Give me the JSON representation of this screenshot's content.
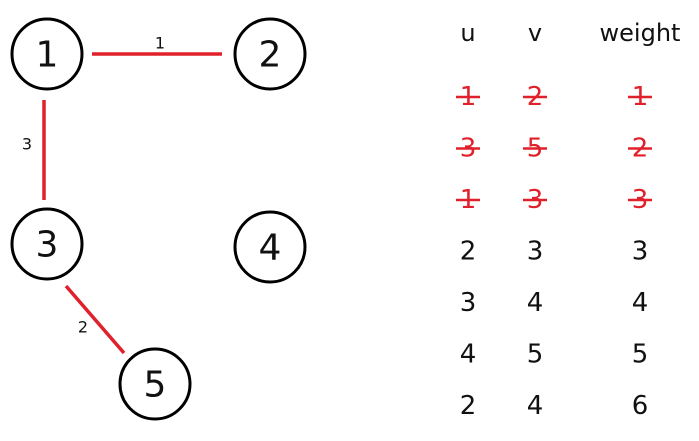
{
  "graph": {
    "nodes": [
      {
        "id": "n1",
        "label": "1"
      },
      {
        "id": "n2",
        "label": "2"
      },
      {
        "id": "n3",
        "label": "3"
      },
      {
        "id": "n4",
        "label": "4"
      },
      {
        "id": "n5",
        "label": "5"
      }
    ],
    "edges": [
      {
        "from": "n1",
        "to": "n2",
        "weight": "1"
      },
      {
        "from": "n1",
        "to": "n3",
        "weight": "3"
      },
      {
        "from": "n3",
        "to": "n5",
        "weight": "2"
      }
    ]
  },
  "colors": {
    "selected": "#e0202a",
    "text": "#111111",
    "node_stroke": "#000000"
  },
  "table": {
    "headers": [
      "u",
      "v",
      "weight"
    ],
    "rows": [
      {
        "u": "1",
        "v": "2",
        "weight": "1",
        "struck": true
      },
      {
        "u": "3",
        "v": "5",
        "weight": "2",
        "struck": true
      },
      {
        "u": "1",
        "v": "3",
        "weight": "3",
        "struck": true
      },
      {
        "u": "2",
        "v": "3",
        "weight": "3",
        "struck": false
      },
      {
        "u": "3",
        "v": "4",
        "weight": "4",
        "struck": false
      },
      {
        "u": "4",
        "v": "5",
        "weight": "5",
        "struck": false
      },
      {
        "u": "2",
        "v": "4",
        "weight": "6",
        "struck": false
      }
    ]
  }
}
